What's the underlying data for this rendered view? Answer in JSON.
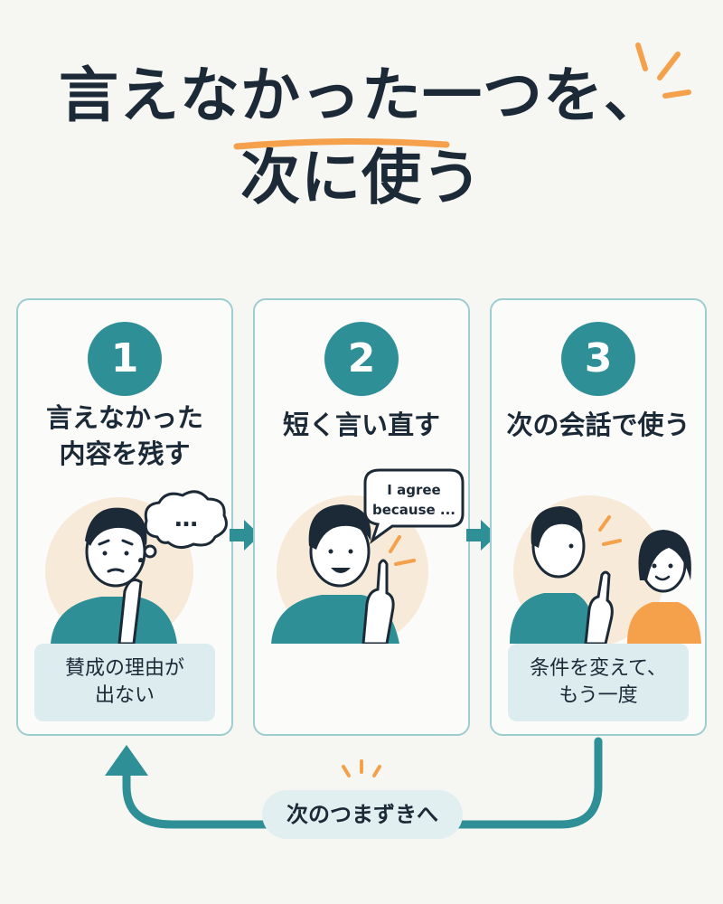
{
  "title": {
    "line1": "言えなかった一つを、",
    "line2": "次に使う"
  },
  "steps": [
    {
      "number": "1",
      "title": "言えなかった\n内容を残す",
      "thought": "…",
      "note": "賛成の理由が\n出ない"
    },
    {
      "number": "2",
      "title": "短く言い直す",
      "speech_line1": "I agree",
      "speech_line2": "because ..."
    },
    {
      "number": "3",
      "title": "次の会話で使う",
      "note": "条件を変えて、\nもう一度"
    }
  ],
  "loop_label": "次のつまずきへ",
  "colors": {
    "teal": "#2f8f96",
    "accent_orange": "#f5a04a",
    "background": "#f6f6f3",
    "card_border": "#9ccdd0",
    "note_bg": "#dcecef"
  },
  "icons": [
    "thought-bubble-icon",
    "speech-bubble-icon",
    "arrow-right-icon",
    "loop-arrow-icon"
  ]
}
